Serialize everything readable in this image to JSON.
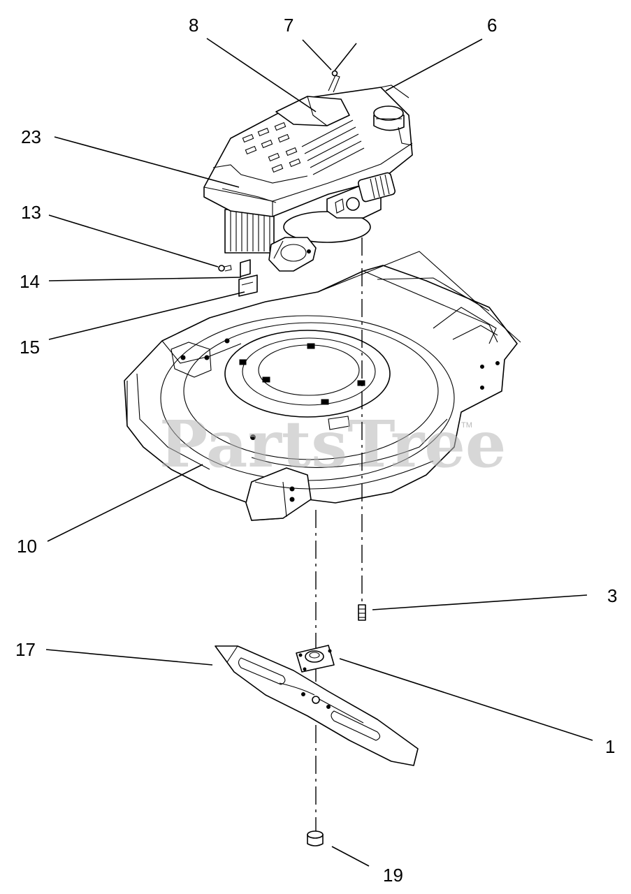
{
  "watermark": {
    "text": "PartsTree",
    "trademark": "TM"
  },
  "callouts": {
    "c8": "8",
    "c7": "7",
    "c6": "6",
    "c23": "23",
    "c13": "13",
    "c14": "14",
    "c15": "15",
    "c10": "10",
    "c3": "3",
    "c17": "17",
    "c1": "1",
    "c19": "19"
  }
}
